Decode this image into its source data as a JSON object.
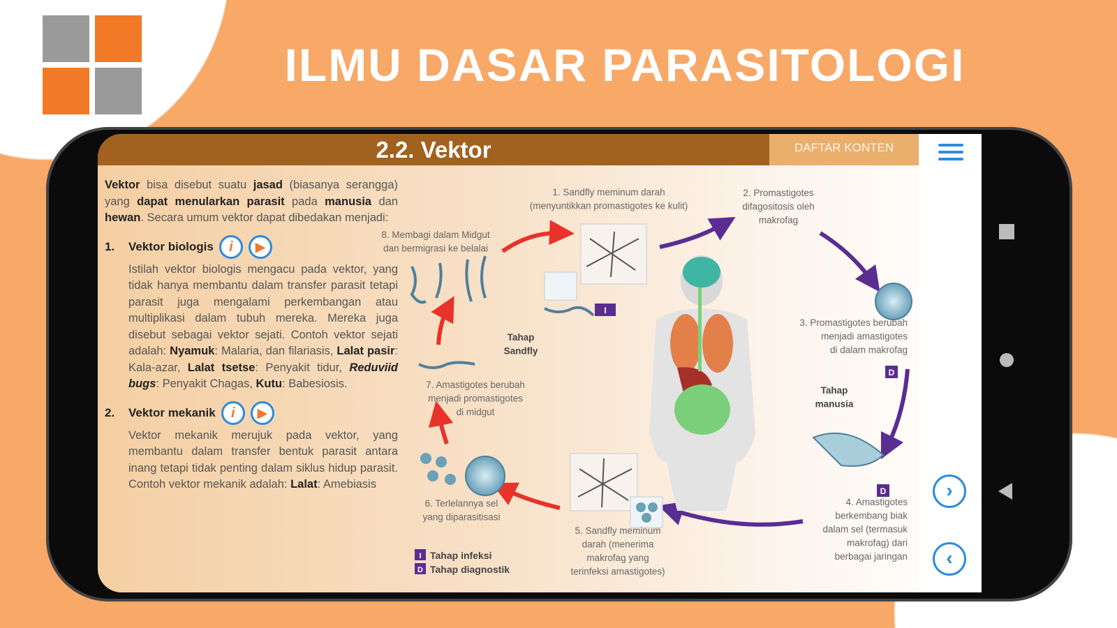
{
  "banner": {
    "title": "ILMU DASAR PARASITOLOGI"
  },
  "colors": {
    "orange": "#f8a867",
    "brown": "#a2621f",
    "tab": "#eaae6d",
    "blue": "#2c8be0",
    "purple": "#5a2d91",
    "red": "#e8322a"
  },
  "app": {
    "header_title": "2.2. Vektor",
    "tab_label": "DAFTAR KONTEN",
    "next_icon": "chevron-right",
    "prev_icon": "chevron-left",
    "menu_icon": "hamburger"
  },
  "content": {
    "intro": [
      {
        "t": "Vektor",
        "b": true
      },
      {
        "t": " bisa disebut suatu "
      },
      {
        "t": "jasad",
        "b": true
      },
      {
        "t": " (biasanya serangga) yang "
      },
      {
        "t": "dapat menularkan parasit",
        "b": true
      },
      {
        "t": " pada "
      },
      {
        "t": "manusia",
        "b": true
      },
      {
        "t": " dan "
      },
      {
        "t": "hewan",
        "b": true
      },
      {
        "t": ". Secara umum vektor dapat dibedakan menjadi:"
      }
    ],
    "sections": [
      {
        "num": "1.",
        "title": "Vektor biologis",
        "body": [
          {
            "t": "Istilah vektor biologis mengacu pada vektor, yang tidak hanya membantu dalam transfer parasit tetapi parasit juga mengalami perkembangan atau multiplikasi dalam tubuh mereka. Mereka juga disebut sebagai vektor sejati. Contoh vektor sejati adalah: "
          },
          {
            "t": "Nyamuk",
            "b": true
          },
          {
            "t": ": Malaria, dan filariasis, "
          },
          {
            "t": "Lalat pasir",
            "b": true
          },
          {
            "t": ": Kala-azar, "
          },
          {
            "t": "Lalat tsetse",
            "b": true
          },
          {
            "t": ": Penyakit tidur, "
          },
          {
            "t": "Reduviid bugs",
            "b": true,
            "i": true
          },
          {
            "t": ": Penyakit Chagas, "
          },
          {
            "t": "Kutu",
            "b": true
          },
          {
            "t": ": Babesiosis."
          }
        ]
      },
      {
        "num": "2.",
        "title": "Vektor mekanik",
        "body": [
          {
            "t": "Vektor mekanik merujuk pada vektor, yang membantu dalam transfer bentuk parasit antara inang tetapi tidak penting dalam siklus hidup parasit. Contoh vektor mekanik adalah: "
          },
          {
            "t": "Lalat",
            "b": true
          },
          {
            "t": ": Amebiasis"
          }
        ]
      }
    ],
    "info_icon": "i"
  },
  "diagram": {
    "step1": [
      "1. Sandfly meminum darah",
      "(menyuntikkan promastigotes ke kulit)"
    ],
    "step2": [
      "2. Promastigotes",
      "difagositosis oleh",
      "makrofag"
    ],
    "step3": [
      "3. Promastigotes berubah",
      "menjadi amastigotes",
      "di dalam makrofag"
    ],
    "step4": [
      "4. Amastigotes",
      "berkembang biak",
      "dalam sel (termasuk",
      "makrofag) dari",
      "berbagai jaringan"
    ],
    "step5": [
      "5. Sandfly meminum",
      "darah (menerima",
      "makrofag yang",
      "terinfeksi amastigotes)"
    ],
    "step6": [
      "6. Terlelannya sel",
      "yang diparasitisasi"
    ],
    "step7": [
      "7. Amastigotes berubah",
      "menjadi promastigotes",
      "di midgut"
    ],
    "step8": [
      "8. Membagi dalam Midgut",
      "dan bermigrasi ke belalai"
    ],
    "stage_sandfly": [
      "Tahap",
      "Sandfly"
    ],
    "stage_human": [
      "Tahap",
      "manusia"
    ],
    "badge_i": "I",
    "badge_d": "D",
    "legend": [
      {
        "key": "I",
        "label": "Tahap infeksi"
      },
      {
        "key": "D",
        "label": "Tahap diagnostik"
      }
    ]
  }
}
